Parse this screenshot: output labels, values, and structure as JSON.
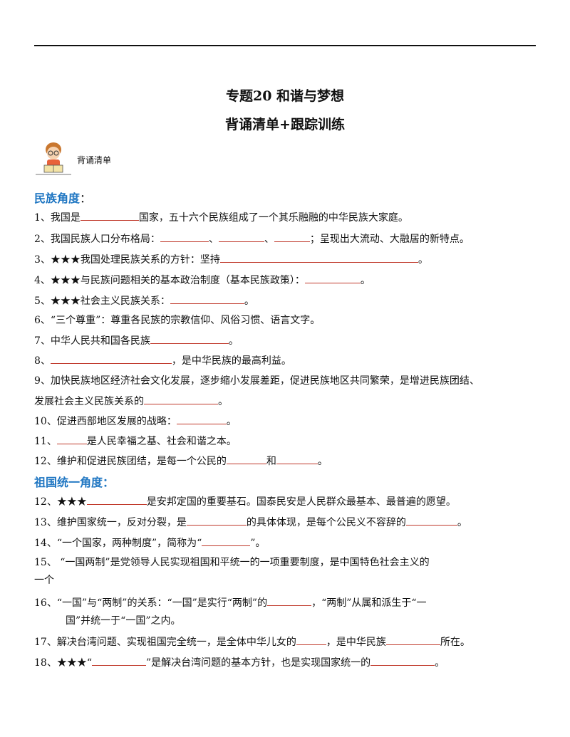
{
  "header": {
    "title1": "专题20  和谐与梦想",
    "title2": "背诵清单+跟踪训练",
    "label": "背诵清单"
  },
  "sections": {
    "ethnic": "民族角度",
    "ethnic_colon": "：",
    "unify": "祖国统一角度："
  },
  "items": {
    "i1a": "1、我国是",
    "i1b": "国家，五十六个民族组成了一个其乐融融的中华民族大家庭。",
    "i2a": "2、我国民族人口分布格局：",
    "i2b": "、",
    "i2c": "、",
    "i2d": "；呈现出大流动、大融居的新特点。",
    "i3a": "3、★★★我国处理民族关系的方针：坚持",
    "i3b": "。",
    "i4a": "4、★★★与民族问题相关的基本政治制度（基本民族政策）：",
    "i4b": "。",
    "i5a": "5、★★★社会主义民族关系：",
    "i5b": "。",
    "i6": "6、“三个尊重”：尊重各民族的宗教信仰、风俗习惯、语言文字。",
    "i7a": "7、中华人民共和国各民族",
    "i7b": "。",
    "i8a": "8、",
    "i8b": "，是中华民族的最高利益。",
    "i9a": "9、加快民族地区经济社会文化发展，逐步缩小发展差距，促进民族地区共同繁荣，是增进民族团结、",
    "i9b": "发展社会主义民族关系的",
    "i9c": "。",
    "i10a": "10、促进西部地区发展的战略：",
    "i10b": "。",
    "i11a": "11、",
    "i11b": "是人民幸福之基、社会和谐之本。",
    "i12a": "12、维护和促进民族团结，是每一个公民的",
    "i12b": "和",
    "i12c": "。",
    "j12a": "12、★★★",
    "j12b": "是安邦定国的重要基石。国泰民安是人民群众最基本、最普遍的愿望。",
    "j13a": "13、维护国家统一，反对分裂，是",
    "j13b": "的具体体现，是每个公民义不容辞的",
    "j13c": "。",
    "j14a": "14、“一个国家，两种制度”，简称为“",
    "j14b": "”。",
    "j15a": "15、  “一国两制”是党领导人民实现祖国和平统一的一项重要制度，是中国特色社会主义的",
    "j15b": "一个",
    "j16a": "16、“一国”与“两制”的关系：“一国”是实行“两制”的",
    "j16b": "，“两制”从属和派生于“一",
    "j16c": "国”并统一于“一国”之内。",
    "j17a": "17、解决台湾问题、实现祖国完全统一，是全体中华儿女的",
    "j17b": "，是中华民族",
    "j17c": "所在。",
    "j18a": "18、★★★“",
    "j18b": "”是解决台湾问题的基本方针，也是实现国家统一的",
    "j18c": "。"
  }
}
